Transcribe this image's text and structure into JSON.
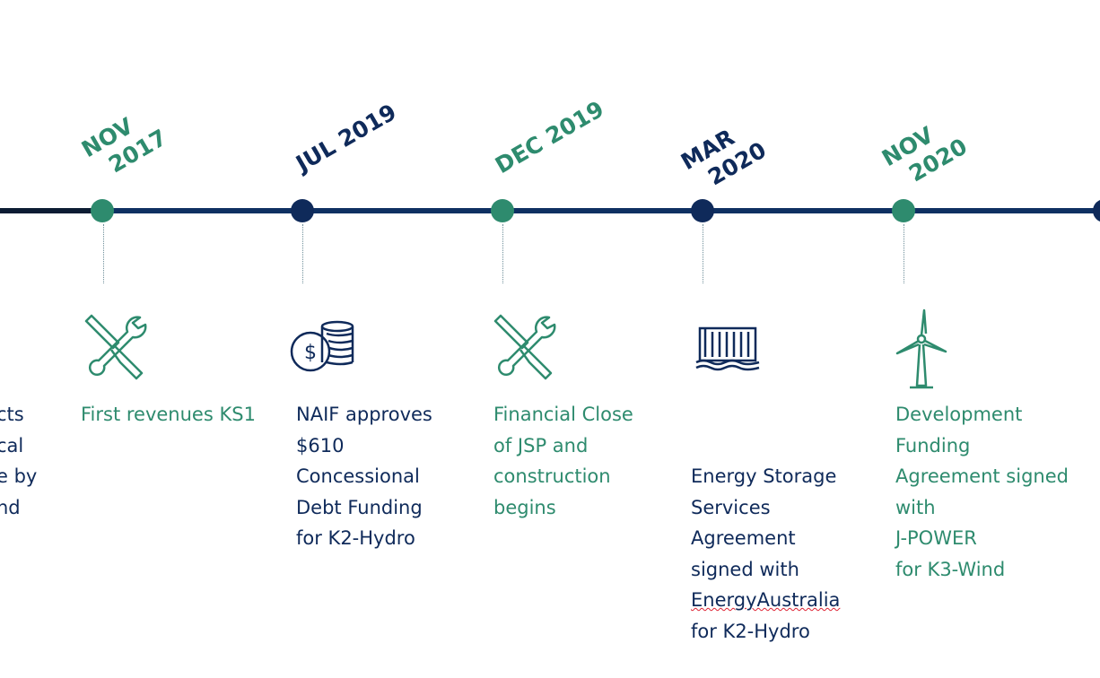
{
  "milestones": [
    {
      "date": "NOV\n  2017",
      "desc": "First revenues KS1",
      "color": "#2e8b6e",
      "icon": "tools-icon"
    },
    {
      "date": "JUL 2019",
      "desc": "NAIF approves\n$610\nConcessional\nDebt Funding\nfor K2-Hydro",
      "color": "#0f2a5a",
      "icon": "coins-icon"
    },
    {
      "date": "DEC 2019",
      "desc": "Financial Close\nof JSP and\nconstruction\nbegins",
      "color": "#2e8b6e",
      "icon": "tools-icon"
    },
    {
      "date": "MAR\n  2020",
      "desc_lines": [
        "Energy Storage",
        "Services",
        "Agreement",
        "signed with",
        "EnergyAustralia",
        "for K2-Hydro"
      ],
      "color": "#0f2a5a",
      "icon": "power-station-icon"
    },
    {
      "date": "NOV\n  2020",
      "desc": "Development\nFunding\nAgreement signed\nwith\nJ-POWER\nfor K3-Wind",
      "color": "#2e8b6e",
      "icon": "wind-turbine-icon"
    }
  ],
  "partial_left_desc": "cts\ncal\ne by\nnd"
}
